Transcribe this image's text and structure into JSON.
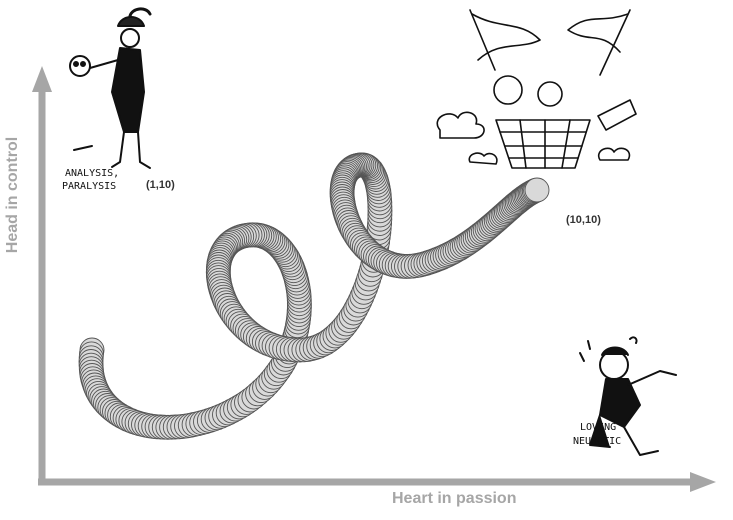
{
  "axes": {
    "x_title": "Heart in passion",
    "y_title": "Head in control",
    "axis_color": "#a6a6a6"
  },
  "labels": {
    "analysis_paralysis": {
      "line1": "ANALYSIS,",
      "line2": "PARALYSIS",
      "coord": "(1,10)"
    },
    "top_right": {
      "coord": "(10,10)"
    },
    "loving_neurotic": {
      "line1": "LOVING",
      "line2": "NEUROTIC"
    }
  },
  "illustrations": {
    "top_left": "hamlet-with-skull-cartoon",
    "top_right": "couple-in-hot-air-balloon-cartoon",
    "bottom_right": "kneeling-lover-cartoon"
  },
  "spring_path": {
    "start": "bottom-left",
    "end": "(10,10)",
    "loops": 2,
    "fill": "#d9d9d9",
    "stroke": "#555555"
  }
}
